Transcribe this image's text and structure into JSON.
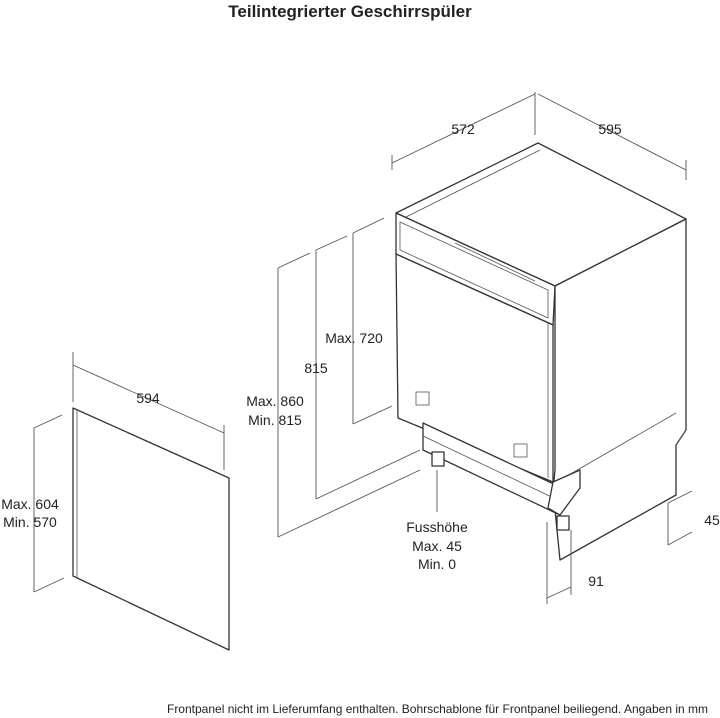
{
  "title": "Teilintegrierter Geschirrspüler",
  "dimensions": {
    "depth": "572",
    "width": "595",
    "panel_width": "594",
    "height_max": "Max. 720",
    "height_815": "815",
    "total_max": "Max. 860",
    "total_min": "Min. 815",
    "panel_max": "Max. 604",
    "panel_min": "Min. 570",
    "foot_title": "Fusshöhe",
    "foot_max": "Max. 45",
    "foot_min": "Min. 0",
    "toe_depth": "91",
    "toe_height": "45"
  },
  "footnote": "Frontpanel nicht im Lieferumfang enthalten. Bohrschablone für Frontpanel beiliegend. Angaben in mm"
}
